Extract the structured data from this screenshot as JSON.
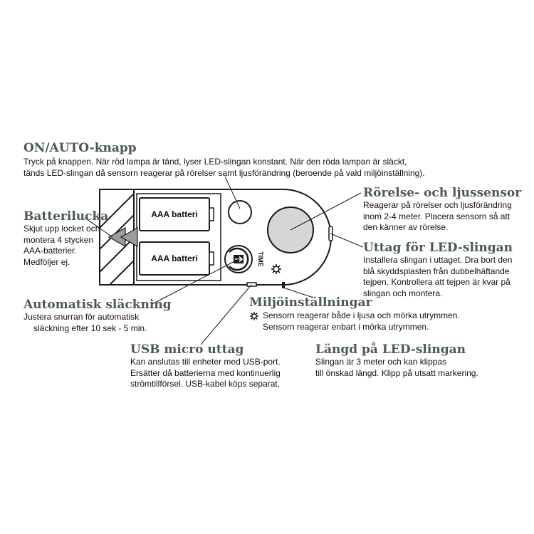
{
  "on_auto": {
    "title": "ON/AUTO-knapp",
    "lines": [
      "Tryck på knappen. När röd lampa är tänd, lyser LED-slingan konstant. När den röda lampan är släckt,",
      "tänds LED-slingan då sensorn reagerar på rörelser samt ljusförändring (beroende på vald miljöinställning)."
    ]
  },
  "battery_cover": {
    "title": "Batterilucka",
    "lines": [
      "Skjut upp locket och",
      "montera 4 stycken",
      "AAA-batterier.",
      "Medföljer ej."
    ]
  },
  "battery_slots": [
    "AAA batteri",
    "AAA batteri"
  ],
  "timer_label": "TIME",
  "sensor": {
    "title": "Rörelse- och ljussensor",
    "lines": [
      "Reagerar på rörelser och ljusförändring",
      "inom 2-4 meter. Placera sensorn så att",
      "den känner av rörelse."
    ]
  },
  "led_outlet": {
    "title": "Uttag för LED-slingan",
    "lines": [
      "Installera slingan i uttaget. Dra bort den",
      "blå skyddsplasten från dubbelhäftande",
      "tejpen. Kontrollera att tejpen är kvar på",
      "slingan och montera."
    ]
  },
  "auto_off": {
    "title": "Automatisk släckning",
    "lines": [
      "Justera snurran för automatisk",
      "släckning efter 10 sek - 5 min."
    ]
  },
  "environment": {
    "title": "Miljöinställningar",
    "items": [
      {
        "icon": "sun-icon",
        "text": "Sensorn reagerar både i ljusa och mörka utrymmen."
      },
      {
        "icon": "moon-icon",
        "text": "Sensorn reagerar enbart i mörka utrymmen."
      }
    ]
  },
  "usb": {
    "title": "USB micro uttag",
    "lines": [
      "Kan anslutas till enheter med USB-port.",
      "Ersätter då batterierna med kontinuerlig",
      "strömtillförsel. USB-kabel köps separat."
    ]
  },
  "length": {
    "title": "Längd på LED-slingan",
    "lines": [
      "Slingan är 3 meter och kan klippas",
      "till önskad längd. Klipp på utsatt markering."
    ]
  }
}
